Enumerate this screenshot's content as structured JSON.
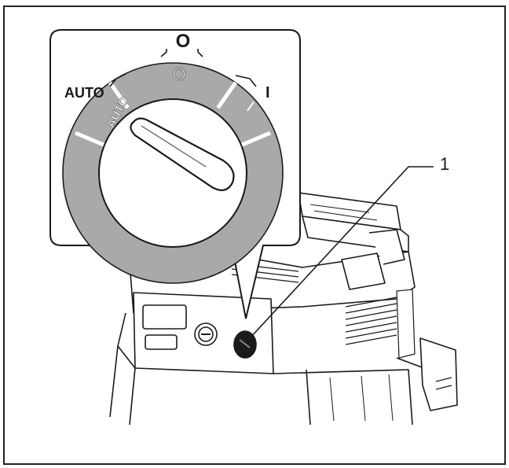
{
  "dial": {
    "label_auto_outside": "AUTO",
    "label_off_top": "O",
    "label_on_right": "I",
    "segment_auto_text": "AUTO",
    "segment_off_text": "O",
    "segment_on_text": "I"
  },
  "callout": {
    "number": "1"
  },
  "colors": {
    "ring_gray": "#a9a9a9",
    "line": "#1a1a1a",
    "background": "#ffffff"
  }
}
